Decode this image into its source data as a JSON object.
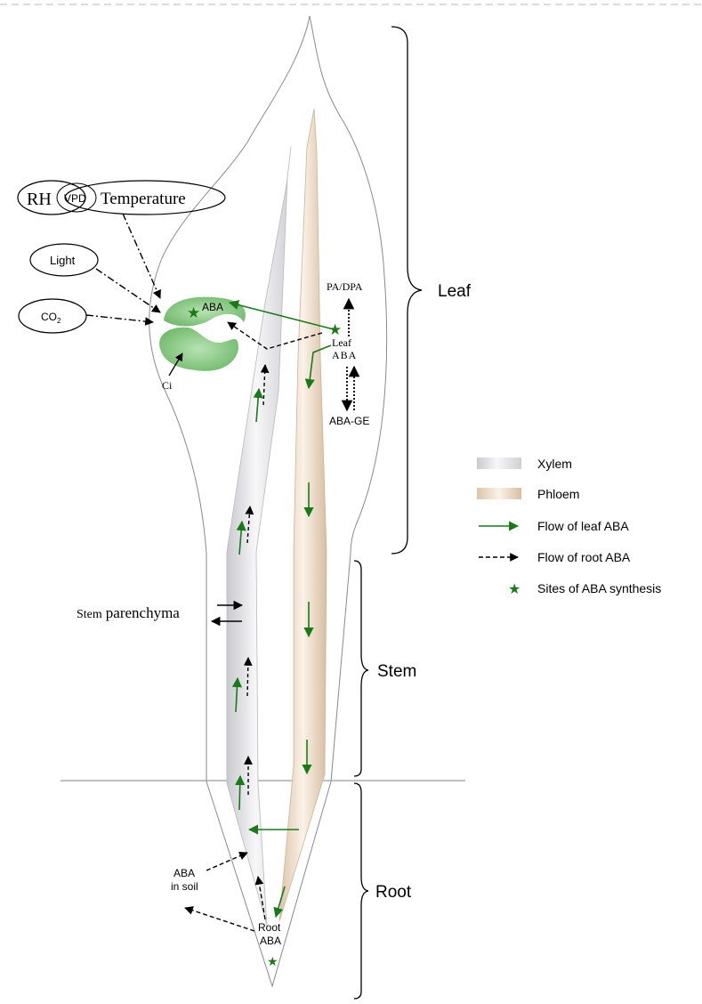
{
  "environment": {
    "rh": "RH",
    "vpd": "VPD",
    "temperature": "Temperature",
    "light": "Light",
    "co2_base": "CO",
    "co2_sub": "2"
  },
  "stomata": {
    "aba": "ABA",
    "ci": "Ci"
  },
  "leaf_labels": {
    "pa_dpa": "PA/DPA",
    "leaf_aba_line1": "Leaf",
    "leaf_aba_line2": "ABA",
    "aba_ge": "ABA-GE"
  },
  "stem_labels": {
    "parenchyma_word1": "Stem",
    "parenchyma_word2": "parenchyma"
  },
  "root_labels": {
    "aba_soil_line1": "ABA",
    "aba_soil_line2": "in soil",
    "root_aba_line1": "Root",
    "root_aba_line2": "ABA"
  },
  "organs": {
    "leaf": "Leaf",
    "stem": "Stem",
    "root": "Root"
  },
  "legend": {
    "items": [
      {
        "key": "xylem",
        "label": "Xylem"
      },
      {
        "key": "phloem",
        "label": "Phloem"
      },
      {
        "key": "leaf_flow",
        "label": "Flow of leaf ABA"
      },
      {
        "key": "root_flow",
        "label": "Flow of root ABA"
      },
      {
        "key": "synthesis",
        "label": "Sites of ABA synthesis"
      }
    ]
  },
  "colors": {
    "green": "#1a7a1a",
    "outline": "#777777",
    "xylem_light": "#f4f4f6",
    "xylem_dark": "#c6c6cc",
    "phloem_light": "#f8eee2",
    "phloem_dark": "#dcc3a8",
    "guard_cell": "#8fcf8a"
  }
}
